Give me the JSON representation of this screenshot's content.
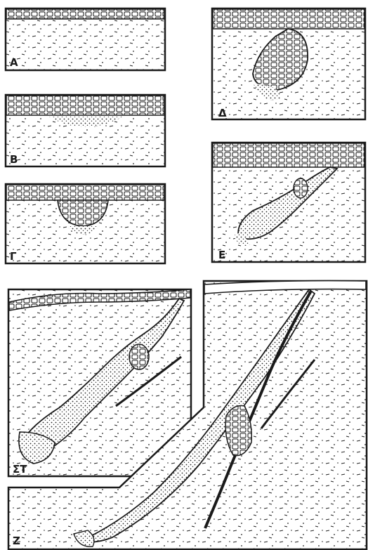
{
  "panels": [
    {
      "id": "A",
      "label": "A"
    },
    {
      "id": "B",
      "label": "B"
    },
    {
      "id": "G",
      "label": "Γ"
    },
    {
      "id": "D",
      "label": "Δ"
    },
    {
      "id": "E",
      "label": "Ε"
    },
    {
      "id": "ST",
      "label": "ΣΤ"
    },
    {
      "id": "Z",
      "label": "Ζ"
    }
  ],
  "colors": {
    "ink": "#1a1a1a",
    "paper": "#ffffff"
  }
}
